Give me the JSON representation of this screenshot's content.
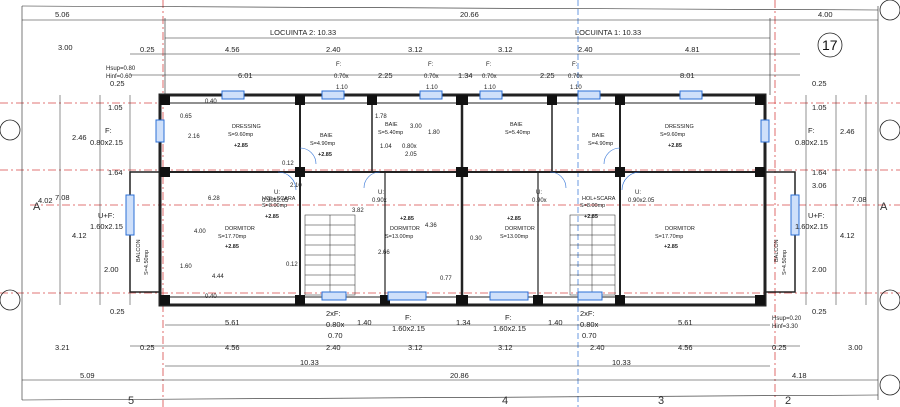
{
  "sheet_number": "17",
  "units": {
    "top": "LOCUINTA 2: 10.33",
    "top_right": "LOCUINTA 1: 10.33"
  },
  "overall": {
    "top_left": "5.06",
    "top_total": "20.66",
    "top_right": "4.00",
    "bottom_left": "5.09",
    "bottom_total": "20.86",
    "bottom_right": "4.18",
    "bottom_unit_left": "10.33",
    "bottom_unit_right": "10.33",
    "left_top": "3.00",
    "left_bottom": "3.21",
    "right_bottom": "3.00"
  },
  "top_row2": [
    "0.25",
    "4.56",
    "2.40",
    "3.12",
    "3.12",
    "2.40",
    "4.81"
  ],
  "top_row3": [
    "6.01",
    "2.25",
    "1.34",
    "2.25",
    "8.01"
  ],
  "top_f": [
    "F:",
    "F:",
    "F:",
    "F:"
  ],
  "top_f_size": [
    "0.70x",
    "0.70x",
    "0.70x",
    "0.70x"
  ],
  "top_f_width": [
    "1.10",
    "1.10",
    "1.10",
    "1.10"
  ],
  "left_dims": [
    "0.25",
    "1.05",
    "2.46",
    "1.64",
    "4.02",
    "7.08",
    "4.12",
    "2.00",
    "0.25"
  ],
  "right_dims": [
    "0.25",
    "1.05",
    "2.46",
    "1.64",
    "3.06",
    "7.08",
    "4.12",
    "2.00",
    "0.25"
  ],
  "side_windows": {
    "left_f": "F:",
    "left_f_size": "0.80x2.15",
    "left_uf": "U+F:",
    "left_uf_size": "1.60x2.15",
    "right_f": "F:",
    "right_f_size": "0.80x2.15",
    "right_uf": "U+F:",
    "right_uf_size": "1.60x2.15"
  },
  "rooms": [
    {
      "name": "DRESSING",
      "area": "S=9.60mp",
      "height": "+2.85"
    },
    {
      "name": "BAIE",
      "area": "S=4.90mp",
      "height": "+2.85"
    },
    {
      "name": "BAIE",
      "area": "S=5.40mp",
      "height": ""
    },
    {
      "name": "BAIE",
      "area": "S=5.40mp",
      "height": ""
    },
    {
      "name": "BAIE",
      "area": "S=4.90mp",
      "height": ""
    },
    {
      "name": "DRESSING",
      "area": "S=9.60mp",
      "height": "+2.85"
    },
    {
      "name": "DORMITOR",
      "area": "S=17.70mp",
      "height": "+2.85"
    },
    {
      "name": "HOL+SCARA",
      "area": "S=8.00mp",
      "height": "+2.85"
    },
    {
      "name": "DORMITOR",
      "area": "S=13.00mp",
      "height": "+2.85"
    },
    {
      "name": "DORMITOR",
      "area": "S=13.00mp",
      "height": "+2.85"
    },
    {
      "name": "HOL+SCARA",
      "area": "S=8.00mp",
      "height": "+2.85"
    },
    {
      "name": "DORMITOR",
      "area": "S=17.70mp",
      "height": "+2.85"
    },
    {
      "name": "BALCON",
      "area": "S=4.50mp",
      "height": ""
    },
    {
      "name": "BALCON",
      "area": "S=4.50mp",
      "height": ""
    }
  ],
  "interior_dims": [
    "0.40",
    "0.65",
    "2.16",
    "0.12",
    "6.28",
    "4.00",
    "4.44",
    "1.60",
    "0.40",
    "2.10",
    "1.78",
    "3.00",
    "1.80",
    "1.04",
    "0.80x",
    "2.05",
    "3.82",
    "4.36",
    "0.30",
    "2.66",
    "0.77",
    "0.12"
  ],
  "door_labels": [
    "U:",
    "0.90x2.05",
    "U:",
    "0.90x",
    "U:",
    "0.90x",
    "U:",
    "0.90x2.05"
  ],
  "bottom_windows": {
    "f2x": "2xF:",
    "f2x_size": "0.80x",
    "f": "F:",
    "f_size": "1.60x2.15",
    "w": "0.70"
  },
  "bottom_row1": [
    "5.61",
    "1.40",
    "1.34",
    "1.40",
    "5.61"
  ],
  "bottom_row2": [
    "0.25",
    "4.56",
    "2.40",
    "3.12",
    "3.12",
    "2.40",
    "4.56",
    "0.25"
  ],
  "axis_labels": [
    "A",
    "A",
    "5",
    "4",
    "3",
    "2"
  ],
  "tags": {
    "hsup_left": "Hsup=0.80",
    "hinf_left": "Hinf=0.60",
    "hsup_right": "Hsup=0.20",
    "hinf_right": "Hinf=3.30"
  },
  "colors": {
    "line": "#222222",
    "wall": "#222222",
    "axis": "#d84848",
    "blue": "#2b6fd6",
    "grid": "#9aa8c8"
  }
}
